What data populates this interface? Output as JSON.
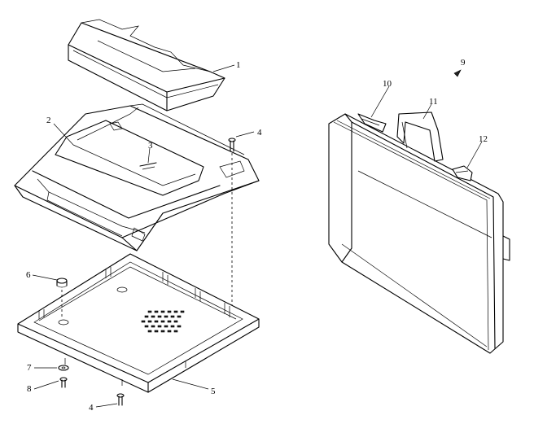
{
  "callouts": {
    "c1": "1",
    "c2": "2",
    "c3": "3",
    "c4a": "4",
    "c4b": "4",
    "c5": "5",
    "c6": "6",
    "c7": "7",
    "c8": "8",
    "c9": "9",
    "c10": "10",
    "c11": "11",
    "c12": "12"
  },
  "colors": {
    "line": "#000000",
    "background": "#ffffff"
  }
}
